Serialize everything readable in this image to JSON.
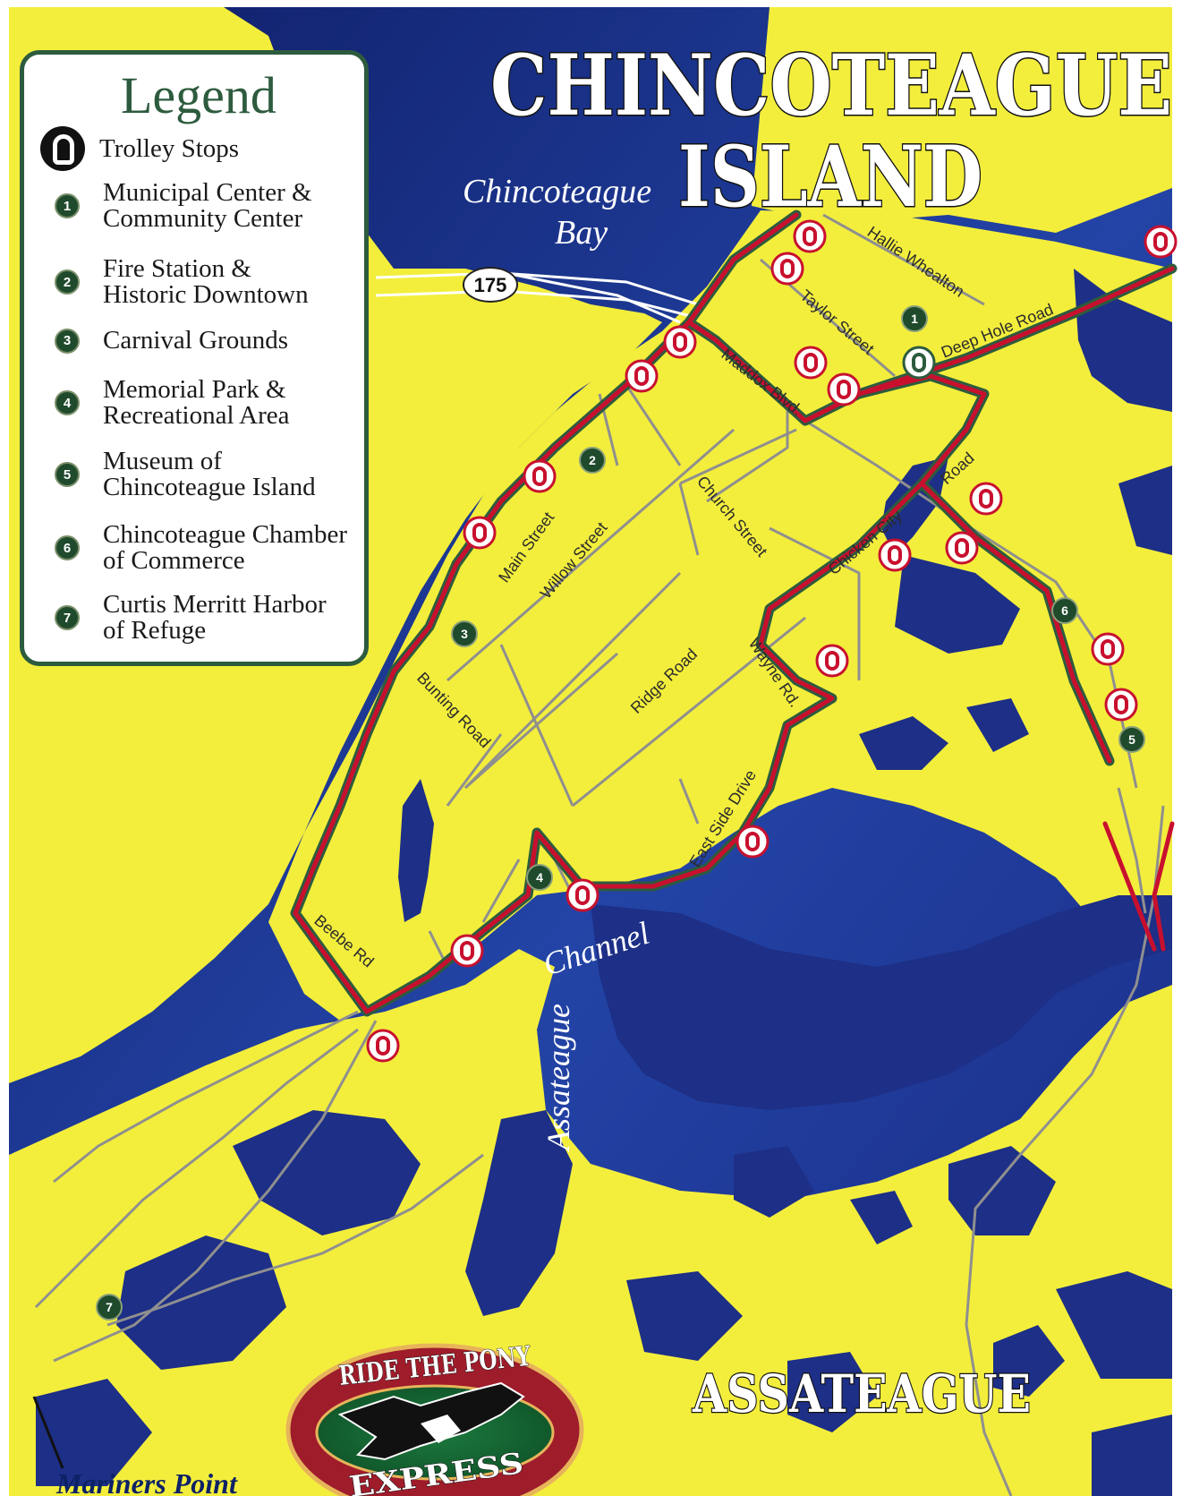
{
  "title": {
    "line1": "CHINCOTEAGUE",
    "line2": "ISLAND"
  },
  "water_labels": {
    "bay_line1": "Chincoteague",
    "bay_line2": "Bay",
    "channel_part1": "Assateague",
    "channel_part2": "Channel"
  },
  "route_shield": "175",
  "region_label": "ASSATEAGUE",
  "mariners_point": "Mariners Point",
  "legend": {
    "title": "Legend",
    "trolley_label": "Trolley Stops",
    "items": [
      {
        "number": "1",
        "line1": "Municipal Center &",
        "line2": "Community Center"
      },
      {
        "number": "2",
        "line1": "Fire Station &",
        "line2": "Historic Downtown"
      },
      {
        "number": "3",
        "line1": "Carnival Grounds",
        "line2": ""
      },
      {
        "number": "4",
        "line1": "Memorial Park &",
        "line2": "Recreational Area"
      },
      {
        "number": "5",
        "line1": "Museum of",
        "line2": "Chincoteague Island"
      },
      {
        "number": "6",
        "line1": "Chincoteague Chamber",
        "line2": "of Commerce"
      },
      {
        "number": "7",
        "line1": "Curtis Merritt Harbor",
        "line2": "of Refuge"
      }
    ]
  },
  "streets": {
    "hallie_whealton": "Hallie Whealton",
    "taylor_street": "Taylor Street",
    "deep_hole_road": "Deep Hole Road",
    "maddox_blvd": "Maddox Blvd.",
    "church_street": "Church Street",
    "main_street": "Main Street",
    "willow_street": "Willow Street",
    "chicken_city": "Chicken City",
    "road": "Road",
    "ridge_road": "Ridge Road",
    "wayne_rd": "Wayne Rd.",
    "bunting_road": "Bunting Road",
    "east_side_drive": "East Side Drive",
    "beebe_rd": "Beebe Rd"
  },
  "logo": {
    "top": "RIDE THE PONY",
    "bottom": "EXPRESS"
  },
  "colors": {
    "water": "#1d2f86",
    "land": "#f3ee3c",
    "route_red": "#c8102e",
    "route_green": "#2d5b3e",
    "legend_green": "#2d5b3e"
  },
  "icons": {
    "trolley_stop": "trolley-stop-icon",
    "landmark_marker": "numbered-marker-icon"
  }
}
